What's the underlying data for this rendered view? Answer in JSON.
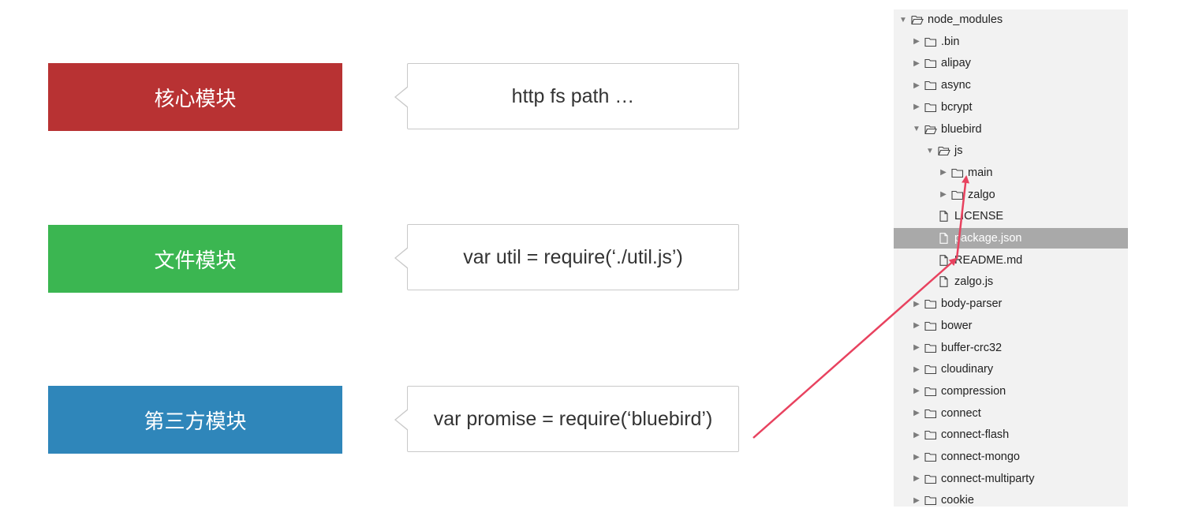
{
  "modules": [
    {
      "label": "核心模块",
      "color": "#b83233"
    },
    {
      "label": "文件模块",
      "color": "#3bb651"
    },
    {
      "label": "第三方模块",
      "color": "#2f86ba"
    }
  ],
  "examples": [
    "http fs path …",
    "var util = require(‘./util.js’)",
    "var promise = require(‘bluebird’)"
  ],
  "file_tree": [
    {
      "name": "node_modules",
      "type": "folder",
      "open": true,
      "depth": 0
    },
    {
      "name": ".bin",
      "type": "folder",
      "open": false,
      "depth": 1
    },
    {
      "name": "alipay",
      "type": "folder",
      "open": false,
      "depth": 1
    },
    {
      "name": "async",
      "type": "folder",
      "open": false,
      "depth": 1
    },
    {
      "name": "bcrypt",
      "type": "folder",
      "open": false,
      "depth": 1
    },
    {
      "name": "bluebird",
      "type": "folder",
      "open": true,
      "depth": 1
    },
    {
      "name": "js",
      "type": "folder",
      "open": true,
      "depth": 2
    },
    {
      "name": "main",
      "type": "folder",
      "open": false,
      "depth": 3
    },
    {
      "name": "zalgo",
      "type": "folder",
      "open": false,
      "depth": 3
    },
    {
      "name": "LICENSE",
      "type": "file",
      "depth": 2
    },
    {
      "name": "package.json",
      "type": "file",
      "depth": 2,
      "selected": true
    },
    {
      "name": "README.md",
      "type": "file",
      "depth": 2
    },
    {
      "name": "zalgo.js",
      "type": "file",
      "depth": 2
    },
    {
      "name": "body-parser",
      "type": "folder",
      "open": false,
      "depth": 1
    },
    {
      "name": "bower",
      "type": "folder",
      "open": false,
      "depth": 1
    },
    {
      "name": "buffer-crc32",
      "type": "folder",
      "open": false,
      "depth": 1
    },
    {
      "name": "cloudinary",
      "type": "folder",
      "open": false,
      "depth": 1
    },
    {
      "name": "compression",
      "type": "folder",
      "open": false,
      "depth": 1
    },
    {
      "name": "connect",
      "type": "folder",
      "open": false,
      "depth": 1
    },
    {
      "name": "connect-flash",
      "type": "folder",
      "open": false,
      "depth": 1
    },
    {
      "name": "connect-mongo",
      "type": "folder",
      "open": false,
      "depth": 1
    },
    {
      "name": "connect-multiparty",
      "type": "folder",
      "open": false,
      "depth": 1
    },
    {
      "name": "cookie",
      "type": "folder",
      "open": false,
      "depth": 1
    }
  ],
  "annotation_color": "#e8425f"
}
